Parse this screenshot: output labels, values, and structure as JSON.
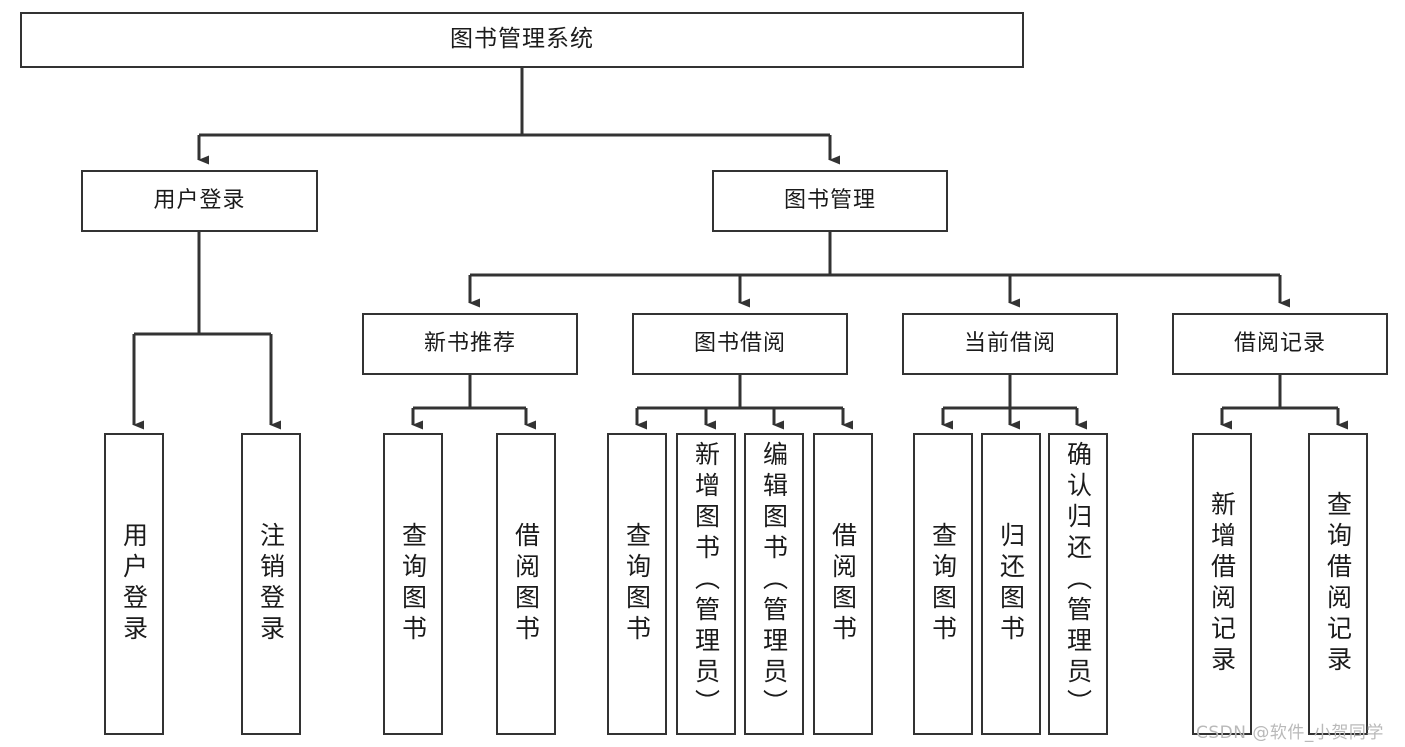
{
  "diagram": {
    "title": "图书管理系统",
    "type": "tree-hierarchy",
    "orientation": "top-down",
    "colors": {
      "box_border": "#333333",
      "box_fill": "#ffffff",
      "edge": "#333333",
      "text": "#1b1b1b",
      "watermark": "#b9b9b9",
      "background": "#ffffff"
    }
  },
  "watermark": {
    "text": "CSDN @软件_小贺同学"
  },
  "nodes": {
    "root": {
      "label": "图书管理系统"
    },
    "level2": [
      {
        "id": "user-login",
        "label": "用户登录"
      },
      {
        "id": "book-manage",
        "label": "图书管理"
      }
    ],
    "level3": [
      {
        "id": "new-book-recommend",
        "label": "新书推荐"
      },
      {
        "id": "book-borrow",
        "label": "图书借阅"
      },
      {
        "id": "current-borrow",
        "label": "当前借阅"
      },
      {
        "id": "borrow-record",
        "label": "借阅记录"
      }
    ],
    "leaves": {
      "user_login": [
        {
          "id": "leaf-user-login",
          "label": "用户登录"
        },
        {
          "id": "leaf-user-logout",
          "label": "注销登录"
        }
      ],
      "new_book_recommend": [
        {
          "id": "leaf-query-book-1",
          "label": "查询图书"
        },
        {
          "id": "leaf-borrow-book-1",
          "label": "借阅图书"
        }
      ],
      "book_borrow": [
        {
          "id": "leaf-query-book-2",
          "label": "查询图书"
        },
        {
          "id": "leaf-add-book",
          "label": "新增图书（管理员）"
        },
        {
          "id": "leaf-edit-book",
          "label": "编辑图书（管理员）"
        },
        {
          "id": "leaf-borrow-book-2",
          "label": "借阅图书"
        }
      ],
      "current_borrow": [
        {
          "id": "leaf-query-book-3",
          "label": "查询图书"
        },
        {
          "id": "leaf-return-book",
          "label": "归还图书"
        },
        {
          "id": "leaf-confirm-return",
          "label": "确认归还（管理员）"
        }
      ],
      "borrow_record": [
        {
          "id": "leaf-add-record",
          "label": "新增借阅记录"
        },
        {
          "id": "leaf-query-record",
          "label": "查询借阅记录"
        }
      ]
    }
  }
}
